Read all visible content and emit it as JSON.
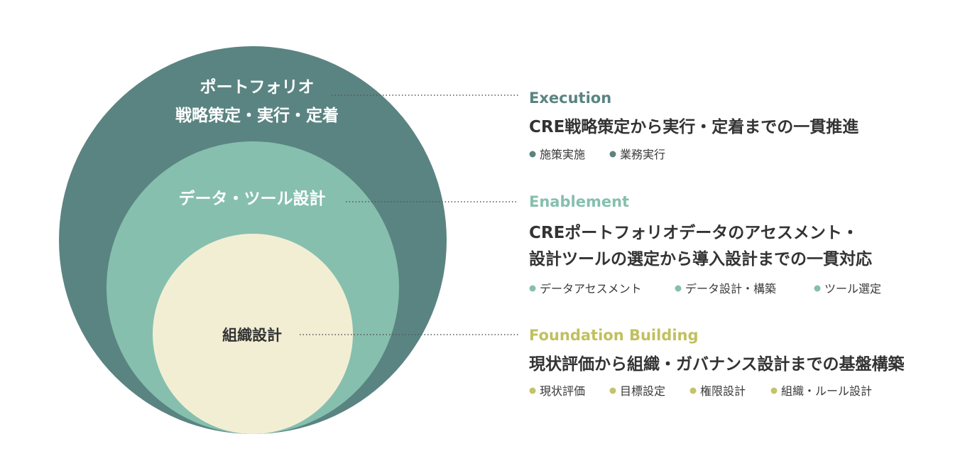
{
  "colors": {
    "execution": "#5a8482",
    "enablement": "#86bfae",
    "foundation": "#f2eed4",
    "execution_tag": "#5a8482",
    "enablement_tag": "#86bfae",
    "foundation_tag": "#c4c36a",
    "execution_title": "#5a8482",
    "enablement_title": "#86bfae",
    "foundation_title": "#c0c060"
  },
  "circles": {
    "outer": {
      "label_line1": "ポートフォリオ",
      "label_line2": "戦略策定・実行・定着"
    },
    "middle": {
      "label": "データ・ツール設計"
    },
    "inner": {
      "label": "組織設計"
    }
  },
  "sections": {
    "execution": {
      "title": "Execution",
      "desc_line1": "CRE戦略策定から実行・定着までの一貫推進",
      "tags": [
        "施策実施",
        "業務実行"
      ]
    },
    "enablement": {
      "title": "Enablement",
      "desc_line1": "CREポートフォリオデータのアセスメント・",
      "desc_line2": "設計ツールの選定から導入設計までの一貫対応",
      "tags": [
        "データアセスメント",
        "データ設計・構築",
        "ツール選定"
      ]
    },
    "foundation": {
      "title": "Foundation Building",
      "desc_line1": "現状評価から組織・ガバナンス設計までの基盤構築",
      "tags": [
        "現状評価",
        "目標設定",
        "権限設計",
        "組織・ルール設計"
      ]
    }
  }
}
